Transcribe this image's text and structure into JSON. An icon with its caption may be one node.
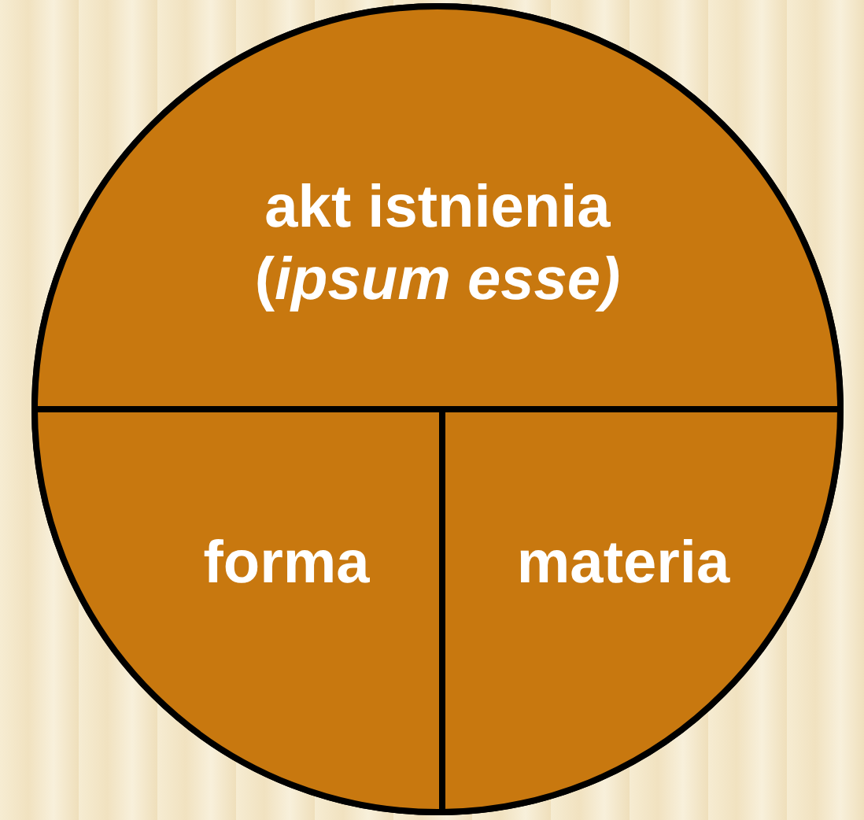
{
  "diagram": {
    "nodes": [
      {
        "text": [],
        "shape": "circle"
      },
      {
        "text": [
          "akt istnienia (*ipsum esse)*"
        ],
        "in": 0
      },
      {
        "text": [
          "forma"
        ],
        "in": 0
      },
      {
        "text": [
          "materia"
        ],
        "in": 0
      }
    ]
  }
}
